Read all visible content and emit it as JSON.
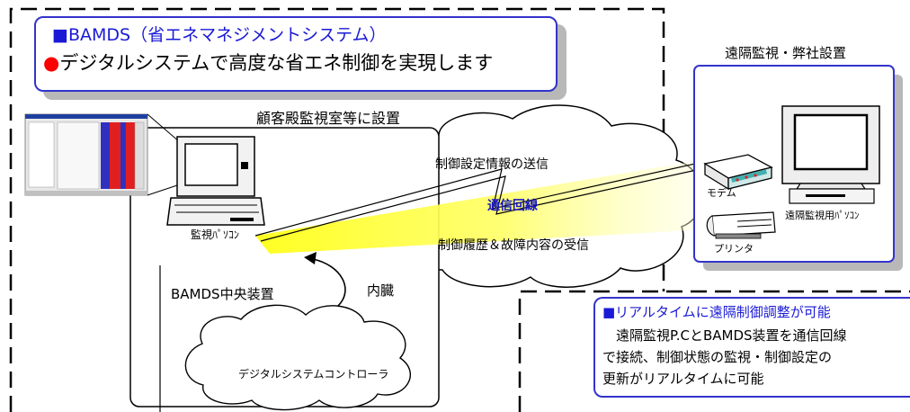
{
  "title": {
    "line1": "■BAMDS（省エネマネジメントシステム）",
    "line2_bullet": "●",
    "line2_text": "デジタルシステムで高度な省エネ制御を実現します"
  },
  "labels": {
    "remote_site": "遠隔監視・弊社設置",
    "customer_site": "顧客殿監視室等に設置",
    "send": "制御設定情報の送信",
    "comm_line": "通信回線",
    "receive": "制御履歴＆故障内容の受信",
    "monitor_pc": "監視ﾊﾟｿｺﾝ",
    "modem": "モデム",
    "remote_pc": "遠隔監視用ﾊﾟｿｺﾝ",
    "printer": "プリンタ",
    "central_unit": "BAMDS中央装置",
    "built_in": "内臓",
    "controller": "デジタルシステムコントローラ"
  },
  "realtime": {
    "title": "■リアルタイムに遠隔制御調整が可能",
    "line1": "　遠隔監視P.CとBAMDS装置を通信回線",
    "line2": "で接続、制御状態の監視・制御設定の",
    "line3": "更新がリアルタイムに可能"
  },
  "colors": {
    "accent_blue": "#3333cc",
    "title_blue": "#1a1ad6",
    "bullet_red": "#ff0000",
    "highlight_yellow": "#ffff33",
    "shadow_gray": "#b8b8b8"
  }
}
